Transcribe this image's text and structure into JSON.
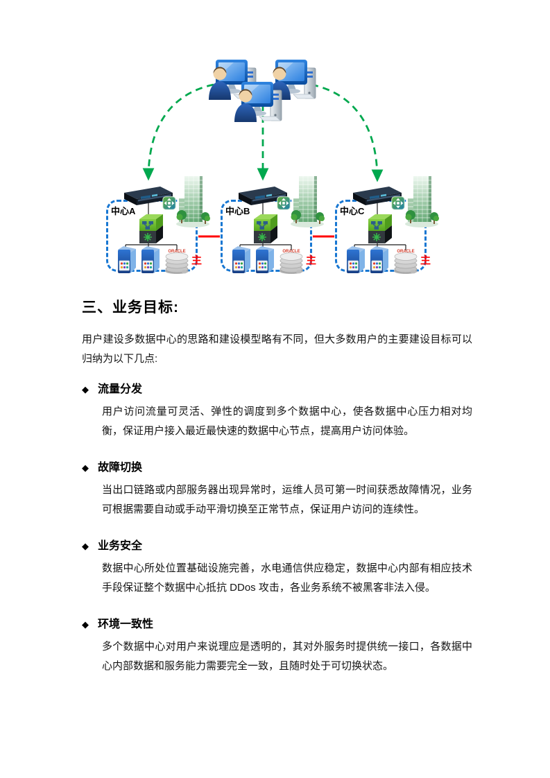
{
  "diagram": {
    "users_group": "internet-users",
    "colors": {
      "link_green": "#00a84e",
      "boundary_blue": "#1877d2",
      "interconnect_red": "#ff0000",
      "primary_red": "#ff0000",
      "oracle_red": "#d43a28"
    },
    "centers": [
      {
        "label": "中心A",
        "db_label": "ORACLE",
        "primary_label": "主"
      },
      {
        "label": "中心B",
        "db_label": "ORACLE",
        "primary_label": "主"
      },
      {
        "label": "中心C",
        "db_label": "ORACLE",
        "primary_label": "主"
      }
    ]
  },
  "content": {
    "heading": "三、业务目标:",
    "intro": "用户建设多数据中心的思路和建设模型略有不同，但大多数用户的主要建设目标可以归纳为以下几点:",
    "bullet_glyph": "◆",
    "goals": [
      {
        "title": "流量分发",
        "body": "用户访问流量可灵活、弹性的调度到多个数据中心，使各数据中心压力相对均衡，保证用户接入最近最快速的数据中心节点，提高用户访问体验。"
      },
      {
        "title": "故障切换",
        "body": "当出口链路或内部服务器出现异常时，运维人员可第一时间获悉故障情况，业务可根据需要自动或手动平滑切换至正常节点，保证用户访问的连续性。"
      },
      {
        "title": "业务安全",
        "body": "数据中心所处位置基础设施完善，水电通信供应稳定，数据中心内部有相应技术手段保证整个数据中心抵抗 DDos 攻击，各业务系统不被黑客非法入侵。"
      },
      {
        "title": "环境一致性",
        "body": "多个数据中心对用户来说理应是透明的，其对外服务时提供统一接口，各数据中心内部数据和服务能力需要完全一致，且随时处于可切换状态。"
      }
    ]
  }
}
